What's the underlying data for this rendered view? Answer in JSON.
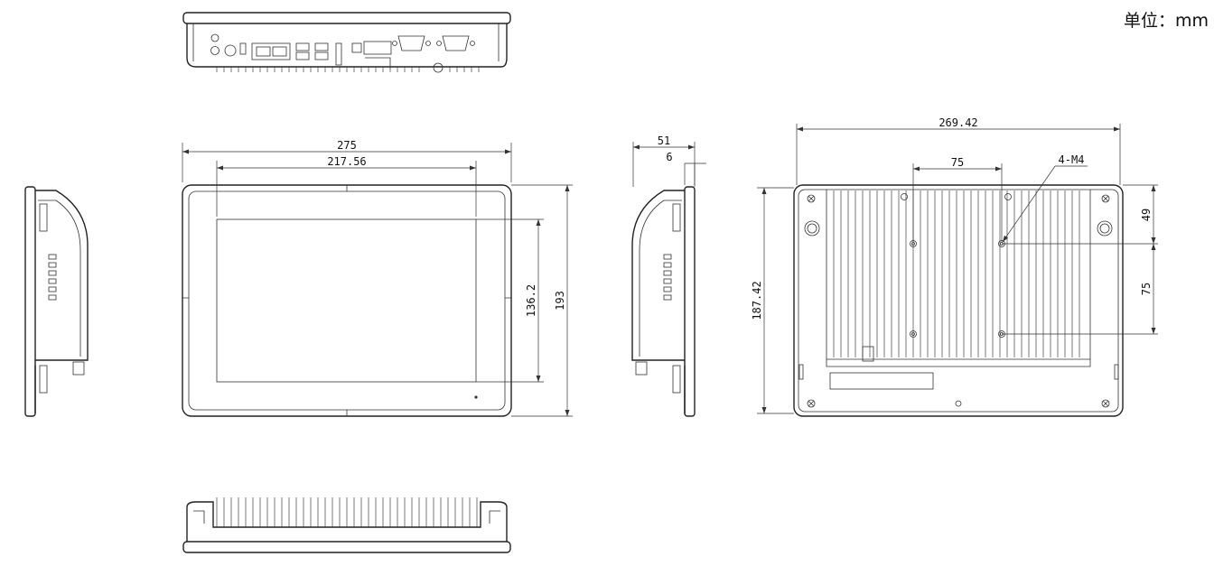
{
  "unit_label": "单位：mm",
  "dimensions": {
    "overall_width": "275",
    "screen_width": "217.56",
    "overall_height": "193",
    "screen_height": "136.2",
    "depth": "51",
    "bezel_depth": "6",
    "mount_width": "269.42",
    "mount_height": "187.42",
    "hole_spacing_x": "75",
    "hole_label": "4-M4",
    "hole_offset_y": "49",
    "hole_spacing_y": "75"
  }
}
